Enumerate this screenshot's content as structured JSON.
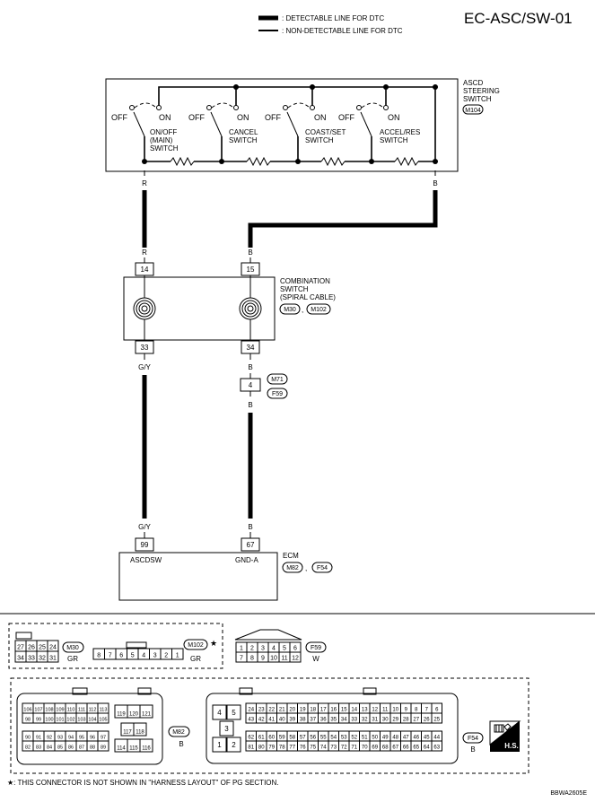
{
  "title": "EC-ASC/SW-01",
  "legend": {
    "detectable": ": DETECTABLE LINE FOR DTC",
    "non_detectable": ": NON-DETECTABLE LINE FOR DTC"
  },
  "steering_switch": {
    "label_1": "ASCD",
    "label_2": "STEERING",
    "label_3": "SWITCH",
    "connector": "M104",
    "off_label": "OFF",
    "on_label": "ON",
    "switch_1_l1": "ON/OFF",
    "switch_1_l2": "(MAIN)",
    "switch_1_l3": "SWITCH",
    "switch_2_l1": "CANCEL",
    "switch_2_l2": "SWITCH",
    "switch_3_l1": "COAST/SET",
    "switch_3_l2": "SWITCH",
    "switch_4_l1": "ACCEL/RES",
    "switch_4_l2": "SWITCH"
  },
  "wires": {
    "r_top": "R",
    "b_top": "B",
    "r_mid": "R",
    "b_mid": "B",
    "gy_1": "G/Y",
    "gy_2": "G/Y",
    "b_3": "B",
    "b_4": "B",
    "b_5": "B"
  },
  "combination_switch": {
    "label_1": "COMBINATION",
    "label_2": "SWITCH",
    "label_3": "(SPIRAL CABLE)",
    "connector_1": "M30",
    "separator": ",",
    "connector_2": "M102",
    "pin_14": "14",
    "pin_15": "15",
    "pin_33": "33",
    "pin_34": "34"
  },
  "joint_connector": {
    "pin": "4",
    "connector_1": "M71",
    "connector_2": "F59"
  },
  "ecm": {
    "label": "ECM",
    "connector_1": "M82",
    "separator": ",",
    "connector_2": "F54",
    "pin_99": "99",
    "pin_67": "67",
    "terminal_1": "ASCDSW",
    "terminal_2": "GND-A"
  },
  "connector_views": {
    "m30_top_row": [
      "27",
      "26",
      "25",
      "24"
    ],
    "m30_bottom_row": [
      "34",
      "33",
      "32",
      "31"
    ],
    "m30_id": "M30",
    "m30_color": "GR",
    "m102_pins": [
      "8",
      "7",
      "6",
      "5",
      "4",
      "3",
      "2",
      "1"
    ],
    "m102_id": "M102",
    "m102_note": "★",
    "m102_color": "GR",
    "f59_top_row": [
      "1",
      "2",
      "3",
      "4",
      "5",
      "6"
    ],
    "f59_bottom_row": [
      "7",
      "8",
      "9",
      "10",
      "11",
      "12"
    ],
    "f59_id": "F59",
    "f59_color": "W",
    "m82_row1": [
      "106",
      "107",
      "108",
      "109",
      "110",
      "111",
      "112",
      "113"
    ],
    "m82_row2": [
      "98",
      "99",
      "100",
      "101",
      "102",
      "103",
      "104",
      "105"
    ],
    "m82_row3": [
      "90",
      "91",
      "92",
      "93",
      "94",
      "95",
      "96",
      "97"
    ],
    "m82_row4": [
      "82",
      "83",
      "84",
      "85",
      "86",
      "87",
      "88",
      "89"
    ],
    "m82_mid_top": [
      "119",
      "120",
      "121"
    ],
    "m82_mid_mid": [
      "117",
      "118"
    ],
    "m82_mid_bot": [
      "114",
      "115",
      "116"
    ],
    "m82_id": "M82",
    "m82_color": "B",
    "f54_left": [
      "4",
      "5",
      "3",
      "1",
      "2"
    ],
    "f54_row1": [
      "24",
      "23",
      "22",
      "21",
      "20",
      "19",
      "18",
      "17",
      "16",
      "15",
      "14",
      "13",
      "12",
      "11",
      "10",
      "9",
      "8",
      "7",
      "6"
    ],
    "f54_row2": [
      "43",
      "42",
      "41",
      "40",
      "39",
      "38",
      "37",
      "36",
      "35",
      "34",
      "33",
      "32",
      "31",
      "30",
      "29",
      "28",
      "27",
      "26",
      "25"
    ],
    "f54_row3": [
      "62",
      "61",
      "60",
      "59",
      "58",
      "57",
      "56",
      "55",
      "54",
      "53",
      "52",
      "51",
      "50",
      "49",
      "48",
      "47",
      "46",
      "45",
      "44"
    ],
    "f54_row4": [
      "81",
      "80",
      "79",
      "78",
      "77",
      "76",
      "75",
      "74",
      "73",
      "72",
      "71",
      "70",
      "69",
      "68",
      "67",
      "66",
      "65",
      "64",
      "63"
    ],
    "f54_id": "F54",
    "f54_color": "B",
    "hs_badge": "H.S."
  },
  "footnote": "★: THIS CONNECTOR IS NOT SHOWN IN \"HARNESS LAYOUT\" OF PG SECTION.",
  "figure_id": "BBWA2605E"
}
